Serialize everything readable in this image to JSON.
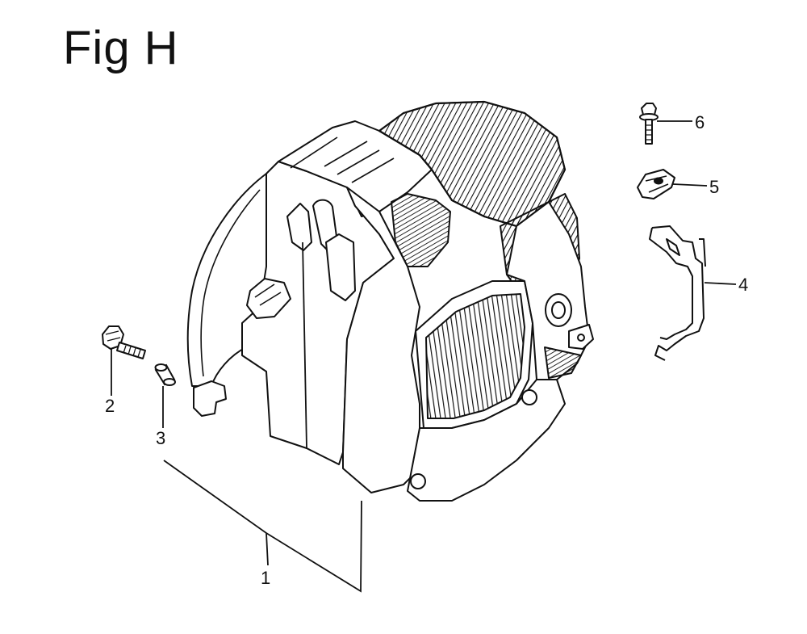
{
  "figure": {
    "title": "Fig H"
  },
  "callouts": [
    {
      "number": "1",
      "part": "engine-cover"
    },
    {
      "number": "2",
      "part": "bolt"
    },
    {
      "number": "3",
      "part": "collar"
    },
    {
      "number": "4",
      "part": "bracket"
    },
    {
      "number": "5",
      "part": "clip"
    },
    {
      "number": "6",
      "part": "screw"
    }
  ],
  "colors": {
    "line": "#111111",
    "background": "#ffffff",
    "shade": "#2a2a2a"
  }
}
